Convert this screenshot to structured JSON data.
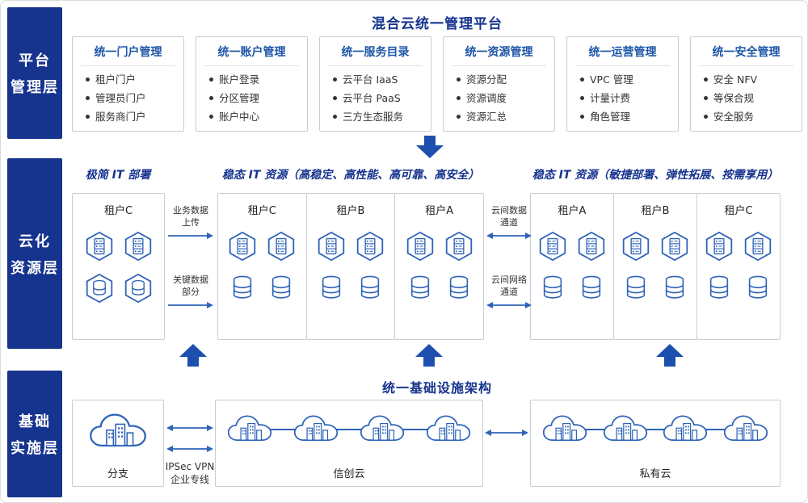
{
  "colors": {
    "navy": "#16338e",
    "arrow_blue": "#1d4fae",
    "icon_blue": "#2e63b8"
  },
  "platform": {
    "label_line1": "平台",
    "label_line2": "管理层",
    "title": "混合云统一管理平台",
    "modules": [
      {
        "title": "统一门户管理",
        "items": [
          "租户门户",
          "管理员门户",
          "服务商门户"
        ]
      },
      {
        "title": "统一账户管理",
        "items": [
          "账户登录",
          "分区管理",
          "账户中心"
        ]
      },
      {
        "title": "统一服务目录",
        "items": [
          "云平台 IaaS",
          "云平台 PaaS",
          "三方生态服务"
        ]
      },
      {
        "title": "统一资源管理",
        "items": [
          "资源分配",
          "资源调度",
          "资源汇总"
        ]
      },
      {
        "title": "统一运营管理",
        "items": [
          "VPC 管理",
          "计量计费",
          "角色管理"
        ]
      },
      {
        "title": "统一安全管理",
        "items": [
          "安全 NFV",
          "等保合规",
          "安全服务"
        ]
      }
    ]
  },
  "cloud": {
    "label_line1": "云化",
    "label_line2": "资源层",
    "header_left": "极简 IT 部署",
    "header_middle": "稳态 IT 资源（高稳定、高性能、高可靠、高安全）",
    "header_right": "稳态 IT 资源（敏捷部署、弹性拓展、按需享用）",
    "left_tenant": "租户C",
    "middle_tenants": [
      "租户C",
      "租户B",
      "租户A"
    ],
    "right_tenants": [
      "租户A",
      "租户B",
      "租户C"
    ],
    "flow_left_top": {
      "line1": "业务数据",
      "line2": "上传"
    },
    "flow_left_bottom": {
      "line1": "关键数据",
      "line2": "部分"
    },
    "flow_right_top": {
      "line1": "云间数据",
      "line2": "通道"
    },
    "flow_right_bottom": {
      "line1": "云间网络",
      "line2": "通道"
    }
  },
  "infra": {
    "label_line1": "基础",
    "label_line2": "实施层",
    "title": "统一基础设施架构",
    "branch": "分支",
    "vpn": {
      "line1": "IPSec VPN",
      "line2": "企业专线"
    },
    "xinchuang": "信创云",
    "private": "私有云"
  }
}
